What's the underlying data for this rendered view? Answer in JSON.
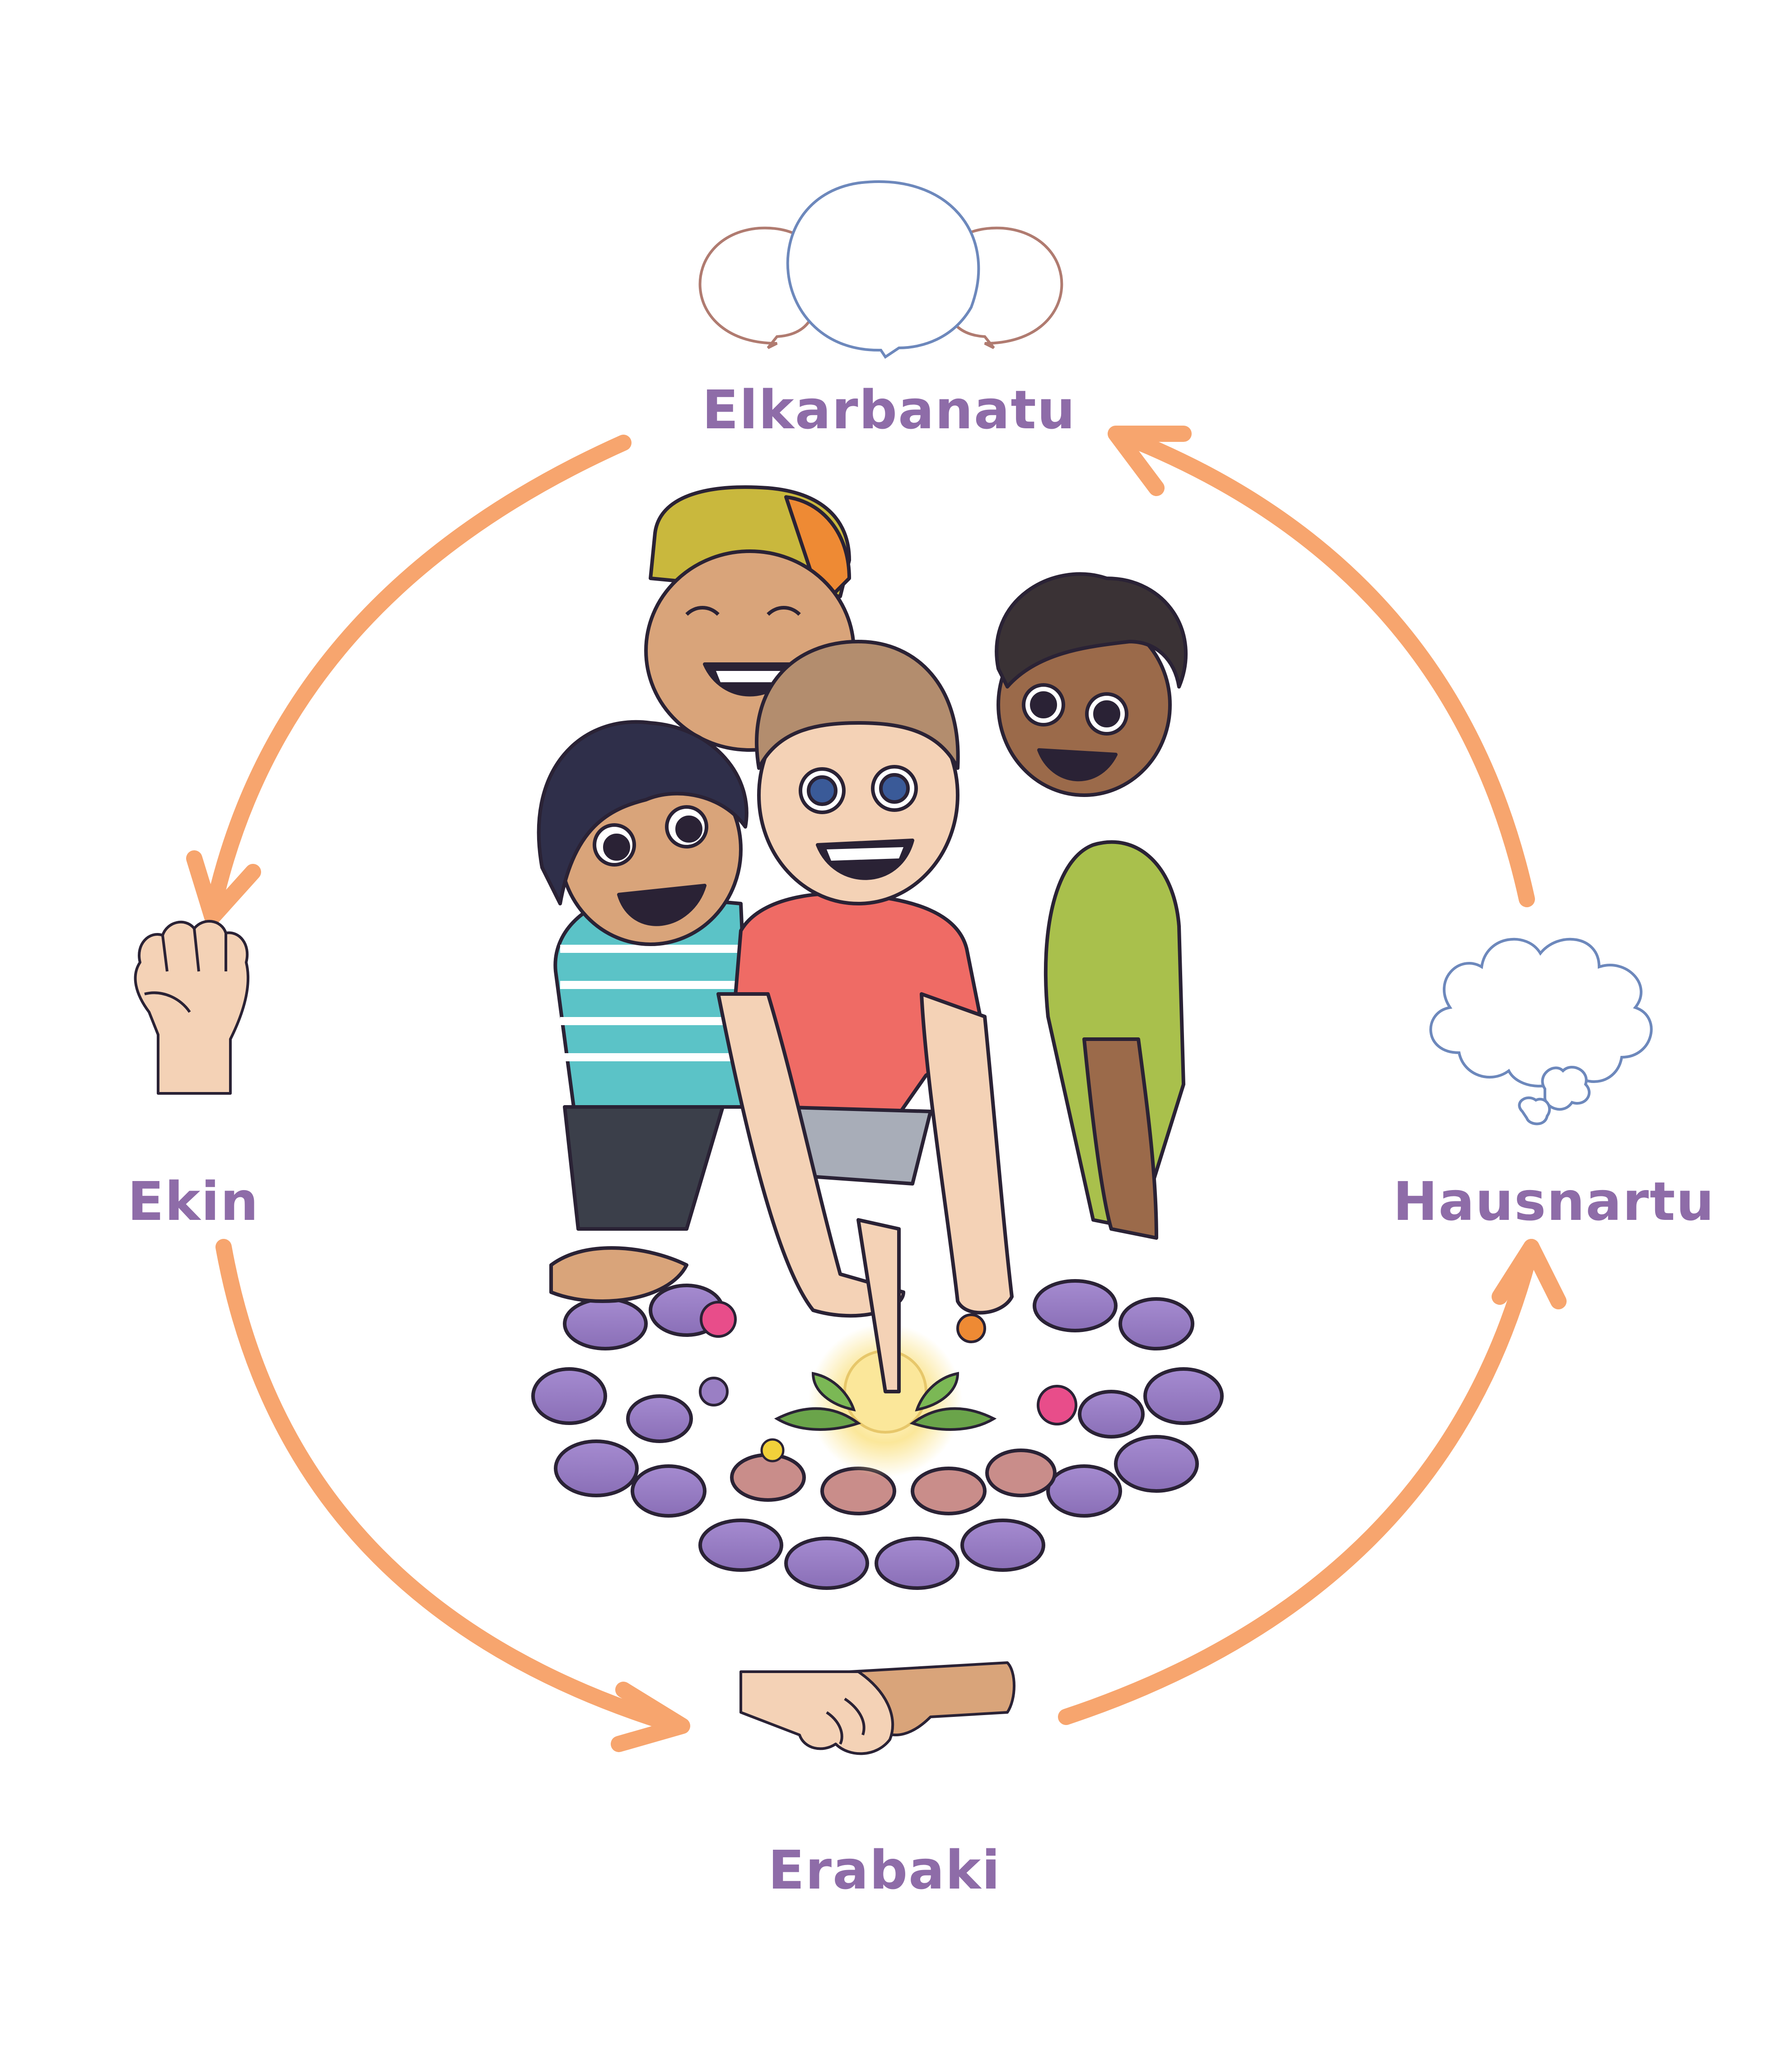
{
  "labels": {
    "top": "Elkarbanatu",
    "right": "Hausnartu",
    "bottom": "Erabaki",
    "left": "Ekin"
  },
  "colors": {
    "label": "#8e6ca8",
    "arrow": "#f7a56e",
    "bubble_brown": "#b07b70",
    "bubble_blue": "#6d88bc",
    "stone_purple": "#9a7fc4",
    "stone_outline": "#2a2235",
    "skin_light": "#f4d2b6",
    "skin_tan": "#d9a47a",
    "skin_dark": "#9b6a4a",
    "shirt_coral": "#ef6b65",
    "shirt_teal": "#5bc3c7",
    "shirt_olive": "#a9c04c",
    "cap_yellow": "#c9b83d",
    "cap_orange": "#ee8a34",
    "glow": "#fbe79a"
  },
  "icons": {
    "top": "speech-bubbles-icon",
    "right": "thought-cloud-icon",
    "bottom": "handshake-icon",
    "left": "raised-fist-icon",
    "center": "children-group-illustration"
  }
}
